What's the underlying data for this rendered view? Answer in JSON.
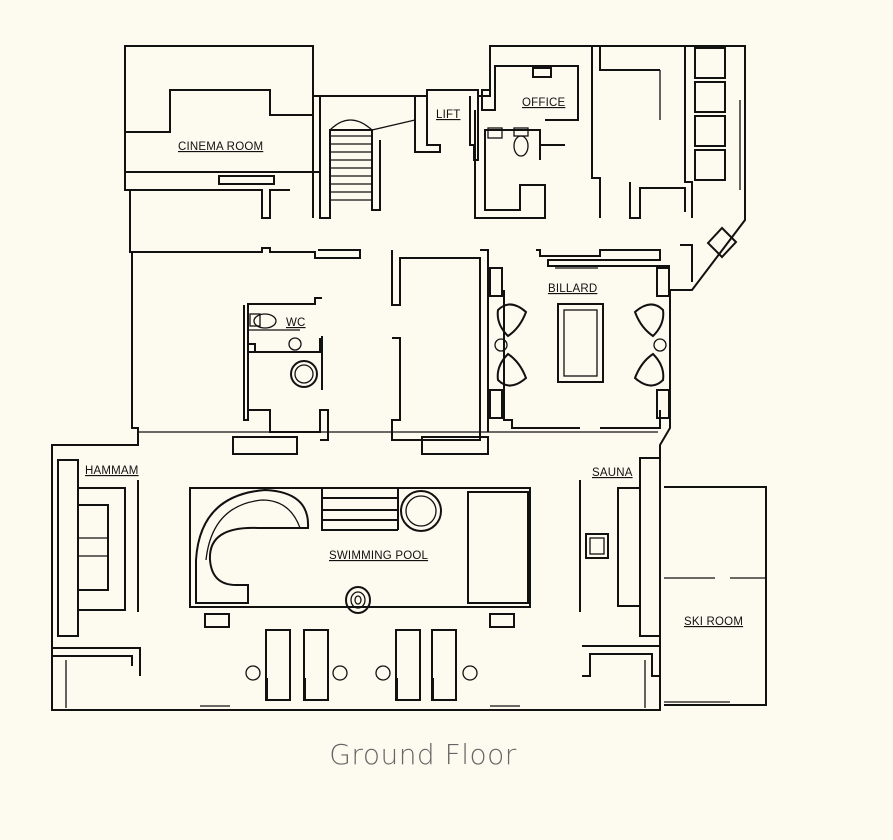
{
  "plan": {
    "rooms": {
      "cinema": "CINEMA ROOM",
      "lift": "LIFT",
      "office": "OFFICE",
      "billard": "BILLARD",
      "wc": "WC",
      "hammam": "HAMMAM",
      "sauna": "SAUNA",
      "pool": "SWIMMING POOL",
      "ski": "SKI ROOM"
    },
    "caption": "Ground Floor"
  },
  "colors": {
    "background": "#fdfaef",
    "line": "#111111",
    "caption": "#666666"
  }
}
